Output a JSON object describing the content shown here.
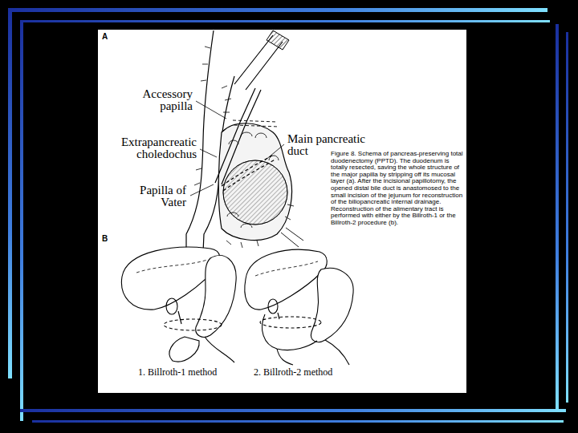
{
  "diagram": {
    "caption": "Figure 8. Schema of pancreas-preserving total duodenectomy (PPTD). The duodenum is totally resected, saving the whole structure of the major papilla by stripping off its mucosal layer (a). After the incisional papillotomy, the opened distal bile duct is anastomosed to the small incision of the jejunum for reconstruction of the biliopancreatic internal drainage. Reconstruction of the alimentary tract is performed with either by the Billroth-1 or the Billroth-2 procedure (b).",
    "labels": [
      "A",
      "Accessory papilla",
      "Extrapancreatic choledochus",
      "Main pancreatic duct",
      "Papilla of Vater",
      "B",
      "1. Billroth-1 method",
      "2. Billroth-2 method"
    ]
  }
}
